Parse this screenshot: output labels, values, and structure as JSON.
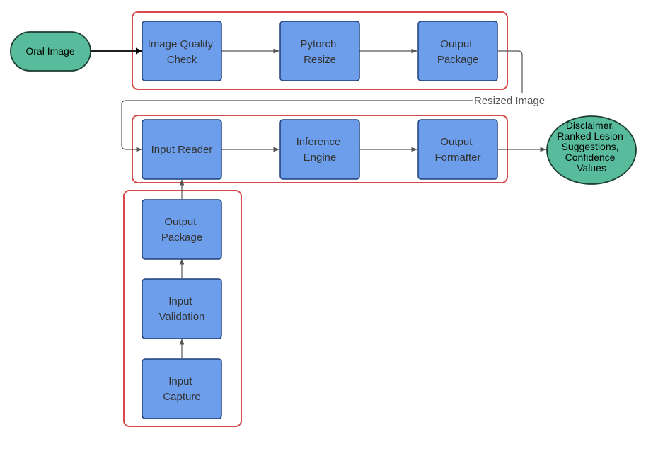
{
  "colors": {
    "process_fill": "#6d9eeb",
    "process_stroke": "#1f3f7a",
    "terminal_fill": "#57bb9c",
    "terminal_stroke": "#1a3d30",
    "group_stroke": "#d64b4b",
    "connector": "#555555"
  },
  "terminals": {
    "input": {
      "text": "Oral Image"
    },
    "output": {
      "lines": [
        "Disclaimer,",
        "Ranked Lesion",
        "Suggestions,",
        "Confidence",
        "Values"
      ]
    }
  },
  "nodes": {
    "image_quality_check": {
      "lines": [
        "Image Quality",
        "Check"
      ]
    },
    "pytorch_resize": {
      "lines": [
        "Pytorch",
        "Resize"
      ]
    },
    "output_package_top": {
      "lines": [
        "Output",
        "Package"
      ]
    },
    "input_reader": {
      "lines": [
        "Input Reader"
      ]
    },
    "inference_engine": {
      "lines": [
        "Inference",
        "Engine"
      ]
    },
    "output_formatter": {
      "lines": [
        "Output",
        "Formatter"
      ]
    },
    "output_package_left": {
      "lines": [
        "Output",
        "Package"
      ]
    },
    "input_validation": {
      "lines": [
        "Input",
        "Validation"
      ]
    },
    "input_capture": {
      "lines": [
        "Input",
        "Capture"
      ]
    }
  },
  "edge_labels": {
    "resized_image": "Resized Image"
  }
}
